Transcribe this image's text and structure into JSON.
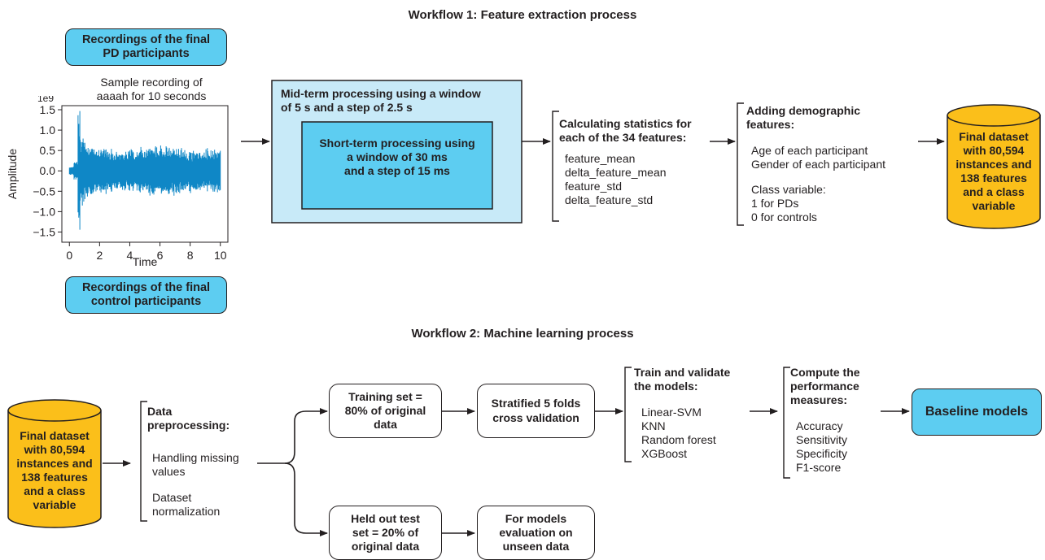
{
  "workflow1": {
    "title": "Workflow 1: Feature extraction process",
    "pd_recordings": "Recordings of the final\nPD participants",
    "control_recordings": "Recordings of the final\ncontrol participants",
    "sample_plot": {
      "title": "Sample recording of\naaaah for 10 seconds",
      "ylabel": "Amplitude",
      "xlabel": "Time",
      "offset_label": "1e9",
      "yticks": [
        "1.5",
        "1.0",
        "0.5",
        "0.0",
        "−0.5",
        "−1.0",
        "−1.5"
      ],
      "xticks": [
        "0",
        "2",
        "4",
        "6",
        "8",
        "10"
      ],
      "waveform_color": "#0f87c6"
    },
    "midterm": "Mid-term processing using a window\nof 5 s and a step of 2.5 s",
    "shortterm": "Short-term processing using\na window of 30 ms\nand a step of 15 ms",
    "stats_heading": "Calculating statistics for\neach of the 34 features:",
    "stats_items": "feature_mean\ndelta_feature_mean\nfeature_std\ndelta_feature_std",
    "demo_heading": "Adding demographic\nfeatures:",
    "demo_items": "Age of each participant\nGender of each participant",
    "class_var": "Class variable:\n 1 for PDs\n 0 for controls",
    "final_dataset": "Final dataset\nwith 80,594\ninstances and\n138 features\nand a class\nvariable"
  },
  "workflow2": {
    "title": "Workflow 2: Machine learning process",
    "final_dataset": "Final dataset\nwith 80,594\ninstances and\n138 features\nand a class\nvariable",
    "preproc_heading": "Data\npreprocessing:",
    "preproc_item1": "Handling missing\n values",
    "preproc_item2": "Dataset\n normalization",
    "training_set": "Training set =\n80% of original\ndata",
    "test_set": "Held out test\nset = 20% of\noriginal data",
    "cv": "Stratified 5 folds\ncross validation",
    "unseen": "For models\nevaluation on\nunseen data",
    "train_heading": "Train and validate\nthe models:",
    "models": "Linear-SVM\nKNN\nRandom forest\nXGBoost",
    "perf_heading": "Compute the\nperformance\nmeasures:",
    "measures": "Accuracy\nSensitivity\nSpecificity\nF1-score",
    "baseline": "Baseline models"
  },
  "colors": {
    "light_blue": "#c8eaf8",
    "mid_blue": "#5dcdf1",
    "dataset_yellow": "#fbbf1a",
    "waveform": "#0f87c6",
    "ink": "#231f20"
  }
}
